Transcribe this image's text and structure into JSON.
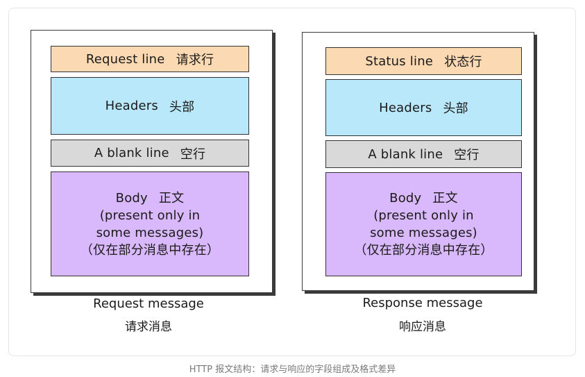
{
  "request": {
    "rows": {
      "request_line": {
        "en": "Request line",
        "zh": "请求行"
      },
      "headers": {
        "en": "Headers",
        "zh": "头部"
      },
      "blank_line": {
        "en": "A blank line",
        "zh": "空行"
      },
      "body": {
        "en": "Body",
        "zh": "正文",
        "line1": "(present only in",
        "line2": "some messages)",
        "line3": "（仅在部分消息中存在）"
      }
    },
    "caption_en": "Request message",
    "caption_zh": "请求消息"
  },
  "response": {
    "rows": {
      "status_line": {
        "en": "Status line",
        "zh": "状态行"
      },
      "headers": {
        "en": "Headers",
        "zh": "头部"
      },
      "blank_line": {
        "en": "A blank line",
        "zh": "空行"
      },
      "body": {
        "en": "Body",
        "zh": "正文",
        "line1": "(present only in",
        "line2": "some messages)",
        "line3": "（仅在部分消息中存在）"
      }
    },
    "caption_en": "Response message",
    "caption_zh": "响应消息"
  },
  "footer_caption": "HTTP 报文结构：请求与响应的字段组成及格式差异",
  "colors": {
    "start_line": "#fbd9b2",
    "headers": "#b9e8fb",
    "blank_line": "#d9d9d9",
    "body": "#d9b9fb"
  }
}
